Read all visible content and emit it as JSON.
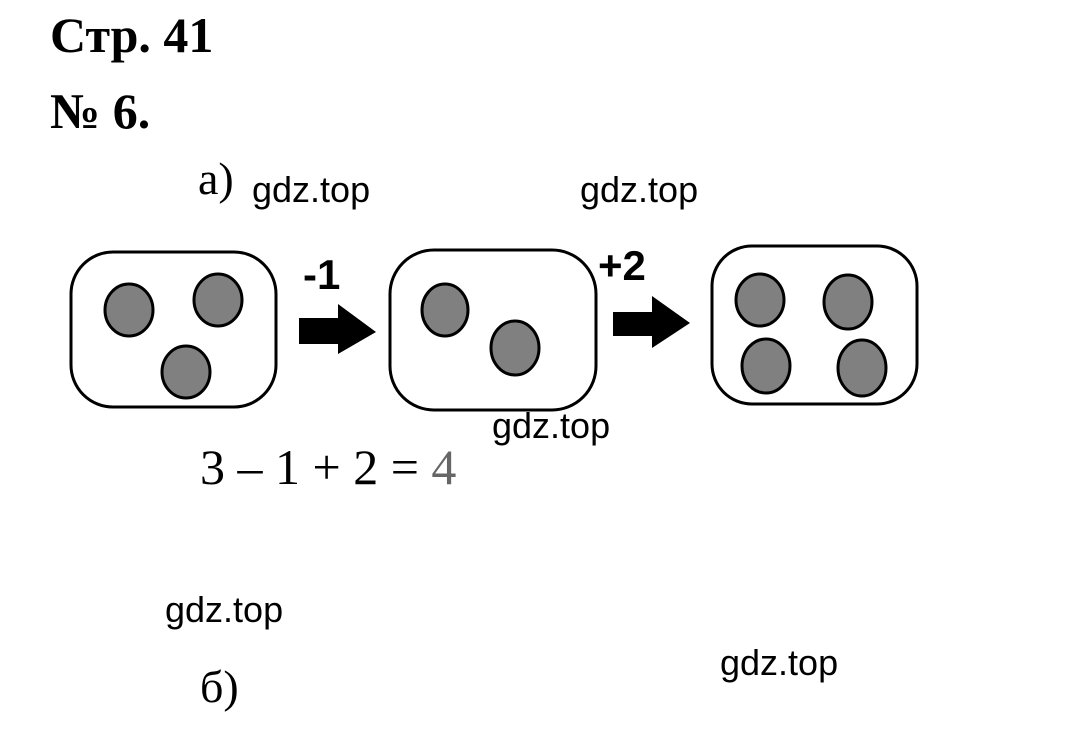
{
  "header": {
    "page": "Стр. 41",
    "number": "№ 6."
  },
  "part_a": {
    "label": "а)",
    "op1": "-1",
    "op2": "+2",
    "equation_lhs": "3 – 1 + 2 =",
    "equation_result": "4",
    "box_counts": [
      3,
      2,
      4
    ]
  },
  "part_b": {
    "label": "б)"
  },
  "watermarks": [
    "gdz.top",
    "gdz.top",
    "gdz.top",
    "gdz.top",
    "gdz.top"
  ],
  "colors": {
    "ball_fill": "#808080",
    "result_text": "#666666"
  }
}
